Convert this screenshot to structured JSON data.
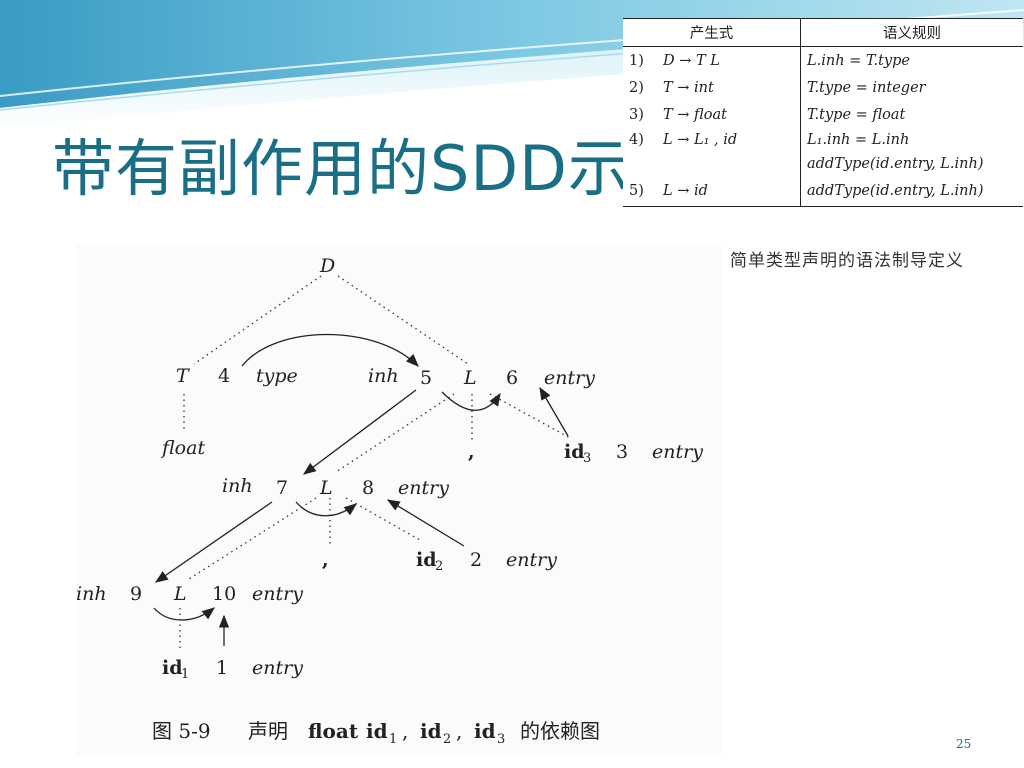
{
  "slide": {
    "title": "带有副作用的SDD示",
    "page_number": "25"
  },
  "rules_table": {
    "headers": [
      "产生式",
      "语义规则"
    ],
    "rows": [
      {
        "num": "1)",
        "production": "D → T L",
        "rule": "L.inh = T.type"
      },
      {
        "num": "2)",
        "production": "T → int",
        "rule": "T.type = integer"
      },
      {
        "num": "3)",
        "production": "T → float",
        "rule": "T.type = float"
      },
      {
        "num": "4)",
        "production": "L → L₁ , id",
        "rule": "L₁.inh = L.inh"
      },
      {
        "num": "",
        "production": "",
        "rule": "addType(id.entry, L.inh)"
      },
      {
        "num": "5)",
        "production": "L → id",
        "rule": "addType(id.entry, L.inh)"
      }
    ],
    "caption": "简单类型声明的语法制导定义"
  },
  "graph": {
    "nodes": {
      "D": "D",
      "T": "T",
      "n4": "4",
      "type": "type",
      "inh5": "inh",
      "n5": "5",
      "L_top": "L",
      "n6": "6",
      "entry6": "entry",
      "float": "float",
      "comma1": ",",
      "id3": "id",
      "id3_sub": "3",
      "n3": "3",
      "entry3": "entry",
      "inh7": "inh",
      "n7": "7",
      "L_mid": "L",
      "n8": "8",
      "entry8": "entry",
      "comma2": ",",
      "id2": "id",
      "id2_sub": "2",
      "n2": "2",
      "entry2": "entry",
      "inh9": "inh",
      "n9": "9",
      "L_bot": "L",
      "n10": "10",
      "entry10": "entry",
      "id1": "id",
      "id1_sub": "1",
      "n1": "1",
      "entry1": "entry"
    },
    "caption": {
      "prefix": "图 5-9",
      "text1": "声明",
      "float": "float",
      "id": "id",
      "sub1": "1",
      "sub2": "2",
      "sub3": "3",
      "sep": ",",
      "suffix": "的依赖图"
    }
  }
}
